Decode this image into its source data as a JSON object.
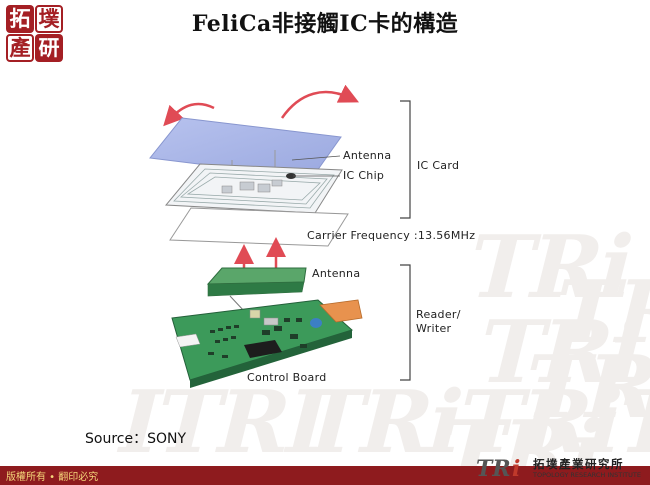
{
  "slide": {
    "title": "FeliCa非接觸IC卡的構造",
    "source": "Source：SONY",
    "copyright": "版權所有 • 翻印必究",
    "logo_seal_text": [
      "拓",
      "墣",
      "產",
      "研"
    ],
    "logo_text_cn": "拓墣產業研究所",
    "logo_text_en": "TOPOLOGY RESEARCH INSTITUTE"
  },
  "diagram": {
    "labels": {
      "antenna_card": "Antenna",
      "ic_chip": "IC Chip",
      "ic_card": "IC Card",
      "carrier_frequency": "Carrier Frequency :13.56MHz",
      "antenna_reader": "Antenna",
      "reader_writer": "Reader/\nWriter",
      "control_board": "Control Board"
    }
  },
  "colors": {
    "card_top": "#aab6e6",
    "arrow_red": "#e04b55",
    "board_green": "#3c9a5a",
    "footer_red": "#8e1b1e",
    "watermark": "#f1eeec"
  }
}
